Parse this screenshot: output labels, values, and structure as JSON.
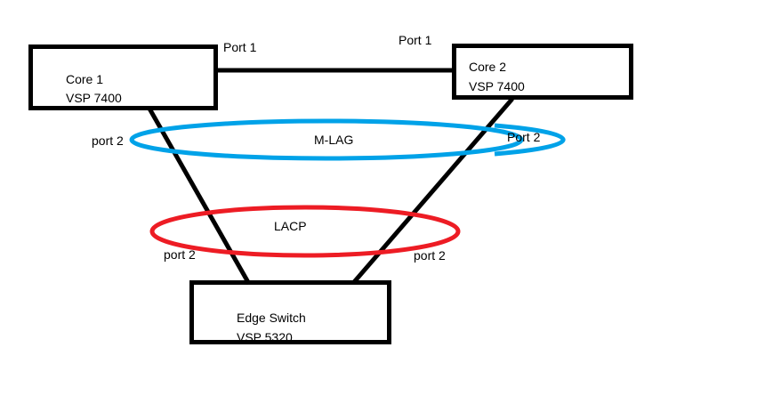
{
  "diagram": {
    "type": "network-topology",
    "colors": {
      "line": "#000000",
      "text": "#000000",
      "mlag": "#00A2E8",
      "lacp": "#ED1C24",
      "background": "#FFFFFF"
    },
    "nodes": {
      "core1": {
        "name": "Core 1",
        "model": "VSP 7400"
      },
      "core2": {
        "name": "Core 2",
        "model": "VSP 7400"
      },
      "edge": {
        "name": "Edge Switch",
        "model": "VSP 5320"
      }
    },
    "links": [
      {
        "from": "core1",
        "to": "core2",
        "from_port": "Port 1",
        "to_port": "Port 1"
      },
      {
        "from": "core1",
        "to": "edge",
        "from_port": "port 2",
        "to_port": "port 2"
      },
      {
        "from": "core2",
        "to": "edge",
        "from_port": "Port 2",
        "to_port": "port 2"
      }
    ],
    "groups": {
      "mlag": {
        "label": "M-LAG",
        "members": [
          "core1.port 2",
          "core2.Port 2"
        ]
      },
      "lacp": {
        "label": "LACP",
        "members": [
          "edge.port 2 (to Core 1)",
          "edge.port 2 (to Core 2)"
        ]
      }
    },
    "port_labels": {
      "core1_port1": "Port 1",
      "core2_port1": "Port 1",
      "core1_port2": "port 2",
      "core2_port2": "Port 2",
      "edge_port2_left": "port 2",
      "edge_port2_right": "port 2"
    }
  }
}
